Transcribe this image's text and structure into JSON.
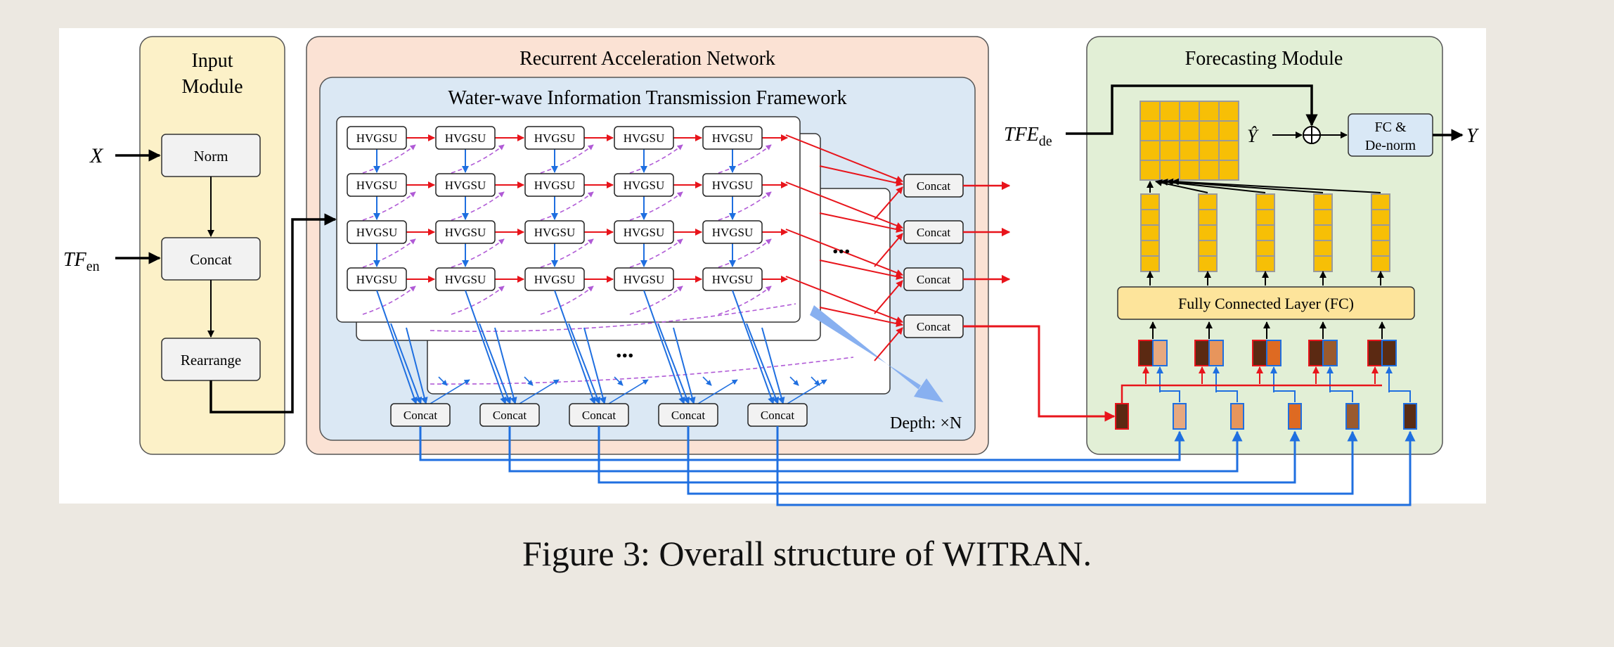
{
  "caption": "Figure 3: Overall structure of WITRAN.",
  "input_module": {
    "title_line1": "Input",
    "title_line2": "Module",
    "norm": "Norm",
    "concat": "Concat",
    "rearrange": "Rearrange",
    "x_label": "X",
    "tf_en_main": "TF",
    "tf_en_sub": "en"
  },
  "ran": {
    "title": "Recurrent Acceleration Network",
    "witf_title": "Water-wave Information Transmission Framework",
    "cell_label": "HVGSU",
    "concat_label": "Concat",
    "ellipsis": "...",
    "depth_label": "Depth: ×N"
  },
  "forecast": {
    "title": "Forecasting Module",
    "tfe_main": "TFE",
    "tfe_sub": "de",
    "y_hat": "Ŷ",
    "oplus": "⊕",
    "fc_denorm_line1": "FC &",
    "fc_denorm_line2": "De-norm",
    "y_out": "Y",
    "fc_layer": "Fully Connected Layer (FC)"
  },
  "colors": {
    "red": "#e8141b",
    "blue": "#1f6fe0",
    "purple": "#b05ad6",
    "yellow_cell": "#f7bf06",
    "input_bg": "#fcf1c8",
    "ran_bg": "#fbe2d4",
    "witf_bg": "#dbe8f4",
    "forecast_bg": "#e2efd6",
    "fc_layer_bg": "#fde49b",
    "fcdn_bg": "#d9e8f6"
  }
}
